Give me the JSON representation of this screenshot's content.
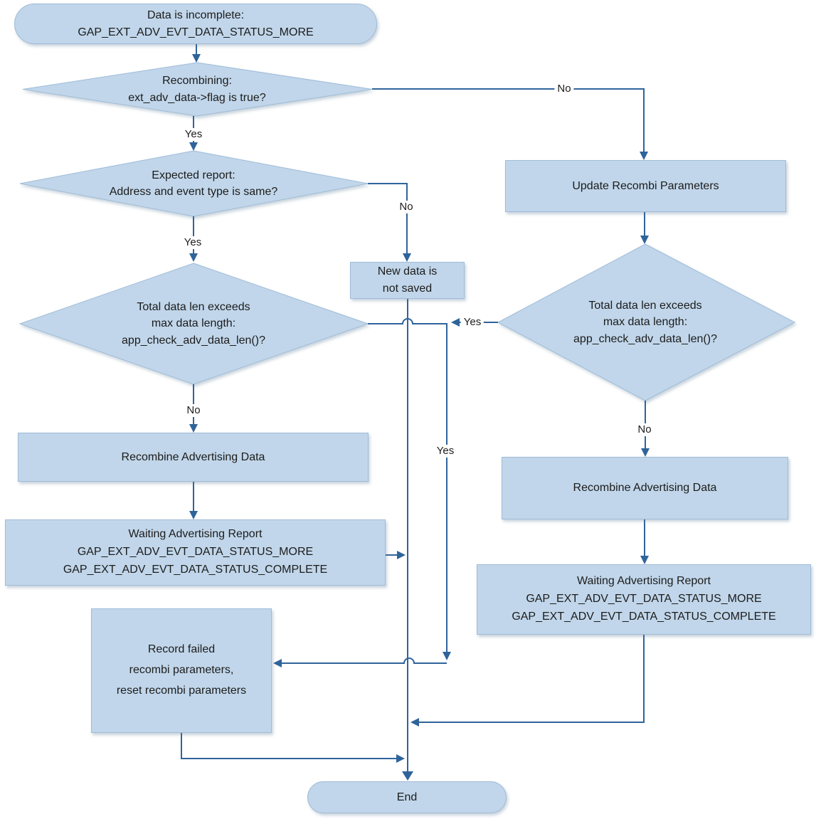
{
  "nodes": {
    "start": {
      "label": "Data is incomplete:\nGAP_EXT_ADV_EVT_DATA_STATUS_MORE"
    },
    "d_recombining": {
      "label": "Recombining:\next_adv_data->flag is true?"
    },
    "d_expected": {
      "label": "Expected report:\nAddress and event type is  same?"
    },
    "d_len_left": {
      "label": "Total data len exceeds\nmax data length:\napp_check_adv_data_len()?"
    },
    "d_len_right": {
      "label": "Total data len exceeds\nmax data length:\napp_check_adv_data_len()?"
    },
    "update_recombi": {
      "label": "Update Recombi Parameters"
    },
    "not_saved": {
      "label": "New data is\nnot saved"
    },
    "recombine_left": {
      "label": "Recombine Advertising Data"
    },
    "waiting_left": {
      "label": "Waiting Advertising Report\nGAP_EXT_ADV_EVT_DATA_STATUS_MORE\nGAP_EXT_ADV_EVT_DATA_STATUS_COMPLETE"
    },
    "record_failed": {
      "label": "Record failed\nrecombi parameters,\nreset  recombi parameters"
    },
    "recombine_right": {
      "label": "Recombine Advertising Data"
    },
    "waiting_right": {
      "label": "Waiting Advertising Report\nGAP_EXT_ADV_EVT_DATA_STATUS_MORE\nGAP_EXT_ADV_EVT_DATA_STATUS_COMPLETE"
    },
    "end": {
      "label": "End"
    }
  },
  "edges": {
    "recombining_yes": "Yes",
    "recombining_no": "No",
    "expected_yes": "Yes",
    "expected_no": "No",
    "len_left_no": "No",
    "len_left_yes": "Yes",
    "len_right_yes": "Yes",
    "len_right_no": "No"
  },
  "colors": {
    "shape-fill": "#c1d6ea",
    "shape-border": "#9fbcd8",
    "connector": "#2f649b",
    "text": "#1c1c1c"
  }
}
